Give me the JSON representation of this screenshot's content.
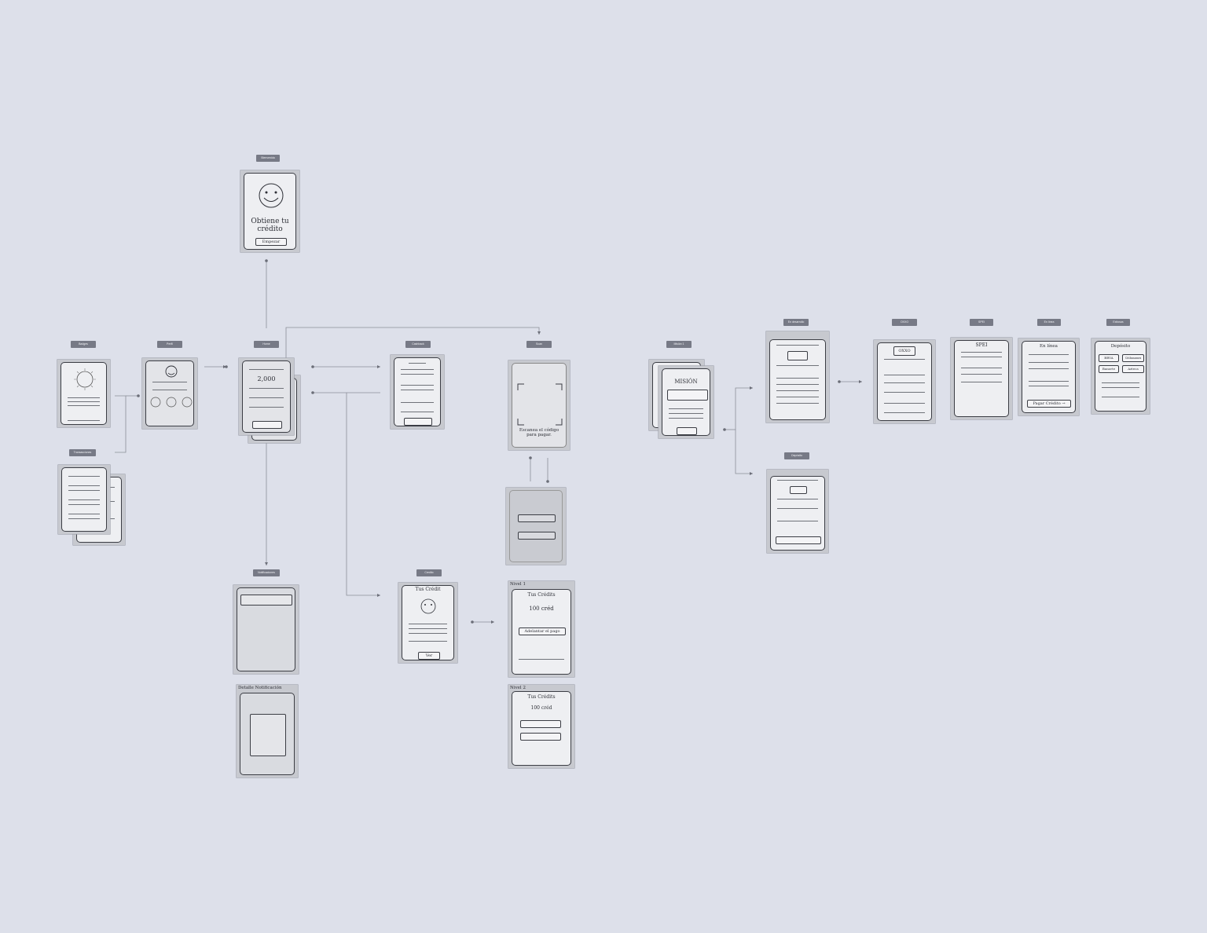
{
  "tags": {
    "bienvenida": "Bienvenida",
    "badges": "Badges",
    "perfil": "Perfil",
    "home": "Home",
    "cashback": "Cashback",
    "scan": "Scan",
    "transacciones": "Transacciones",
    "notificaciones": "Notificaciones",
    "credito": "Credito",
    "misiones": "Misión 1",
    "en_desarrollo": "En desarrollo",
    "oxxo": "OXXO",
    "spei": "SPEI",
    "en_linea": "En línea",
    "depositos": "Depósito",
    "exitosas": "Exitosas"
  },
  "screens": {
    "welcome": {
      "line1": "Obtiene tu",
      "line2": "crédito",
      "button": "Empezar"
    },
    "scan": {
      "text": "Escanea el código para pagar."
    },
    "credit": {
      "title": "Tus Crédit",
      "button": "Ver crédito"
    },
    "credit_level1": {
      "header": "Nivel 1",
      "title": "Tus Crédits",
      "amount": "100 créd",
      "button": "Adelantar el pago"
    },
    "credit_level2": {
      "header": "Nivel 2",
      "title": "Tus Crédits",
      "amount": "100 créd"
    },
    "notif_detail": {
      "header": "Detalle Notificación"
    },
    "oxxo": {
      "brand": "OXXO"
    },
    "spei": {
      "brand": "SPEI"
    },
    "en_linea": {
      "title": "En línea",
      "button": "Pagar Crédito →"
    },
    "exitosas": {
      "title": "Depósito",
      "b1": "BBVA",
      "b2": "Citibanamex",
      "b3": "Banorte",
      "b4": "Azteca"
    },
    "mision": {
      "title": "MISIÓN"
    }
  }
}
